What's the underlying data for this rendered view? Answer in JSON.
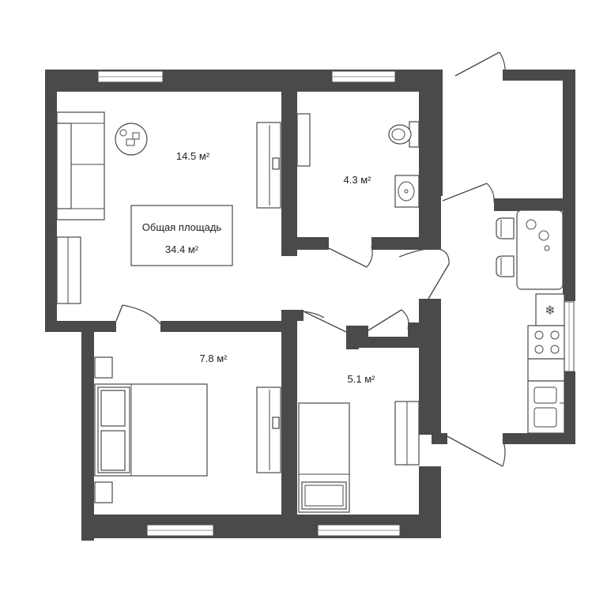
{
  "rooms": {
    "living": {
      "area": "14.5 м²"
    },
    "bathroom": {
      "area": "4.3 м²"
    },
    "bedroom": {
      "area": "7.8 м²"
    },
    "small_room": {
      "area": "5.1 м²"
    }
  },
  "total": {
    "label": "Общая площадь",
    "value": "34.4 м²"
  },
  "colors": {
    "wall": "#4a4a4c",
    "background": "#ffffff"
  }
}
